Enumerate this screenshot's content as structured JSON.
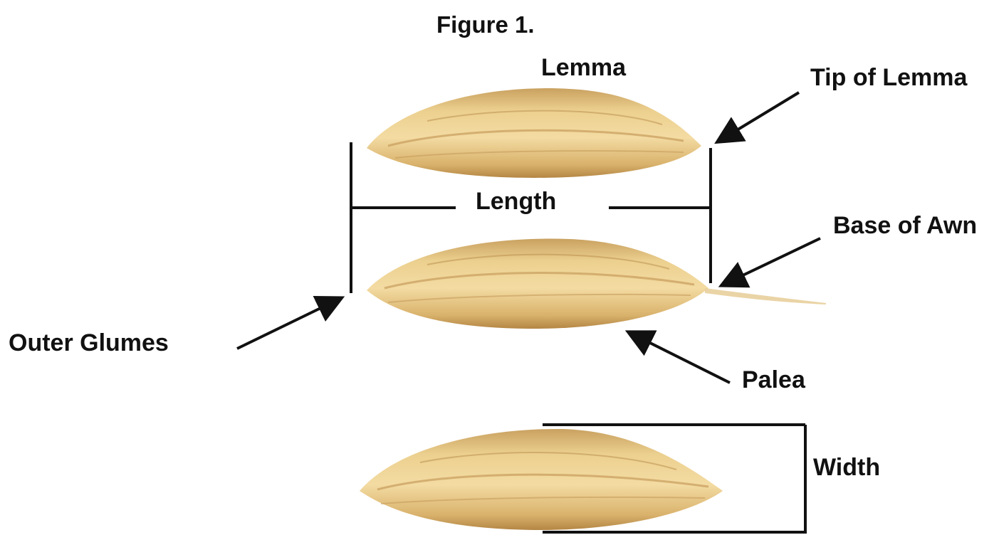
{
  "figure": {
    "title": "Figure 1.",
    "labels": {
      "lemma": "Lemma",
      "tip_of_lemma": "Tip of Lemma",
      "length": "Length",
      "base_of_awn": "Base of Awn",
      "outer_glumes": "Outer Glumes",
      "palea": "Palea",
      "width": "Width"
    }
  },
  "colors": {
    "grain_light": "#f2d79a",
    "grain_mid": "#dcb471",
    "grain_dark": "#b88b4a",
    "line": "#111111"
  }
}
